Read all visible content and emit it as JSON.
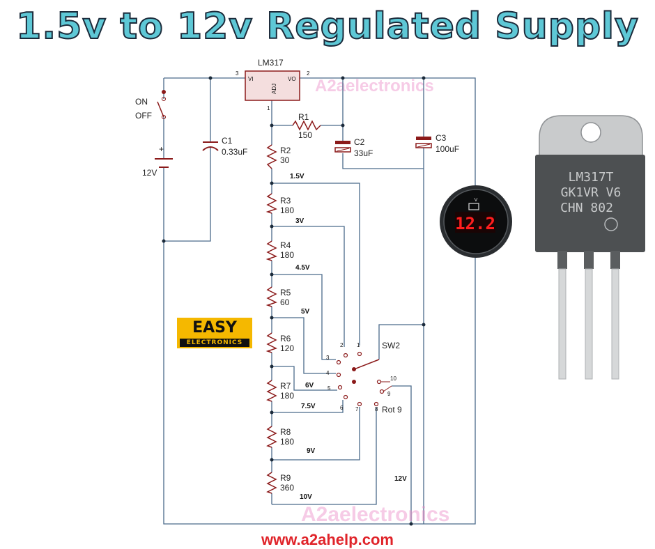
{
  "title": "1.5v to 12v Regulated Supply",
  "website": "www.a2ahelp.com",
  "watermark": "A2aelectronics",
  "logo": {
    "line1": "EASY",
    "line2": "ELECTRONICS"
  },
  "regulator": {
    "name": "LM317",
    "pin_in": "VI",
    "pin_out": "VO",
    "pin_adj": "ADJ",
    "pin3": "3",
    "pin2": "2",
    "pin1": "1"
  },
  "switch": {
    "on": "ON",
    "off": "OFF"
  },
  "battery": {
    "label": "12V",
    "plus": "+"
  },
  "c1": {
    "name": "C1",
    "value": "0.33uF"
  },
  "c2": {
    "name": "C2",
    "value": "33uF"
  },
  "c3": {
    "name": "C3",
    "value": "100uF"
  },
  "r1": {
    "name": "R1",
    "value": "150"
  },
  "r2": {
    "name": "R2",
    "value": "30"
  },
  "r3": {
    "name": "R3",
    "value": "180"
  },
  "r4": {
    "name": "R4",
    "value": "180"
  },
  "r5": {
    "name": "R5",
    "value": "60"
  },
  "r6": {
    "name": "R6",
    "value": "120"
  },
  "r7": {
    "name": "R7",
    "value": "180"
  },
  "r8": {
    "name": "R8",
    "value": "180"
  },
  "r9": {
    "name": "R9",
    "value": "360"
  },
  "taps": {
    "v1": "1.5V",
    "v2": "3V",
    "v3": "4.5V",
    "v4": "5V",
    "v5": "6V",
    "v6": "7.5V",
    "v7": "9V",
    "v8": "10V",
    "v9": "12V"
  },
  "rotary": {
    "name": "SW2",
    "type": "Rot 9",
    "p1": "1",
    "p2": "2",
    "p3": "3",
    "p4": "4",
    "p5": "5",
    "p6": "6",
    "p7": "7",
    "p8": "8",
    "p9": "9",
    "p10": "10"
  },
  "voltmeter": {
    "unit": "V",
    "reading": "12.2"
  },
  "chip": {
    "line1": "LM317T",
    "line2": "GK1VR V6",
    "line3": "CHN 802"
  },
  "colors": {
    "title_fill": "#5ec8d6",
    "url": "#e0242a",
    "wire": "#4a6a8a",
    "component": "#8b1a1a",
    "logo": "#f5b800"
  }
}
